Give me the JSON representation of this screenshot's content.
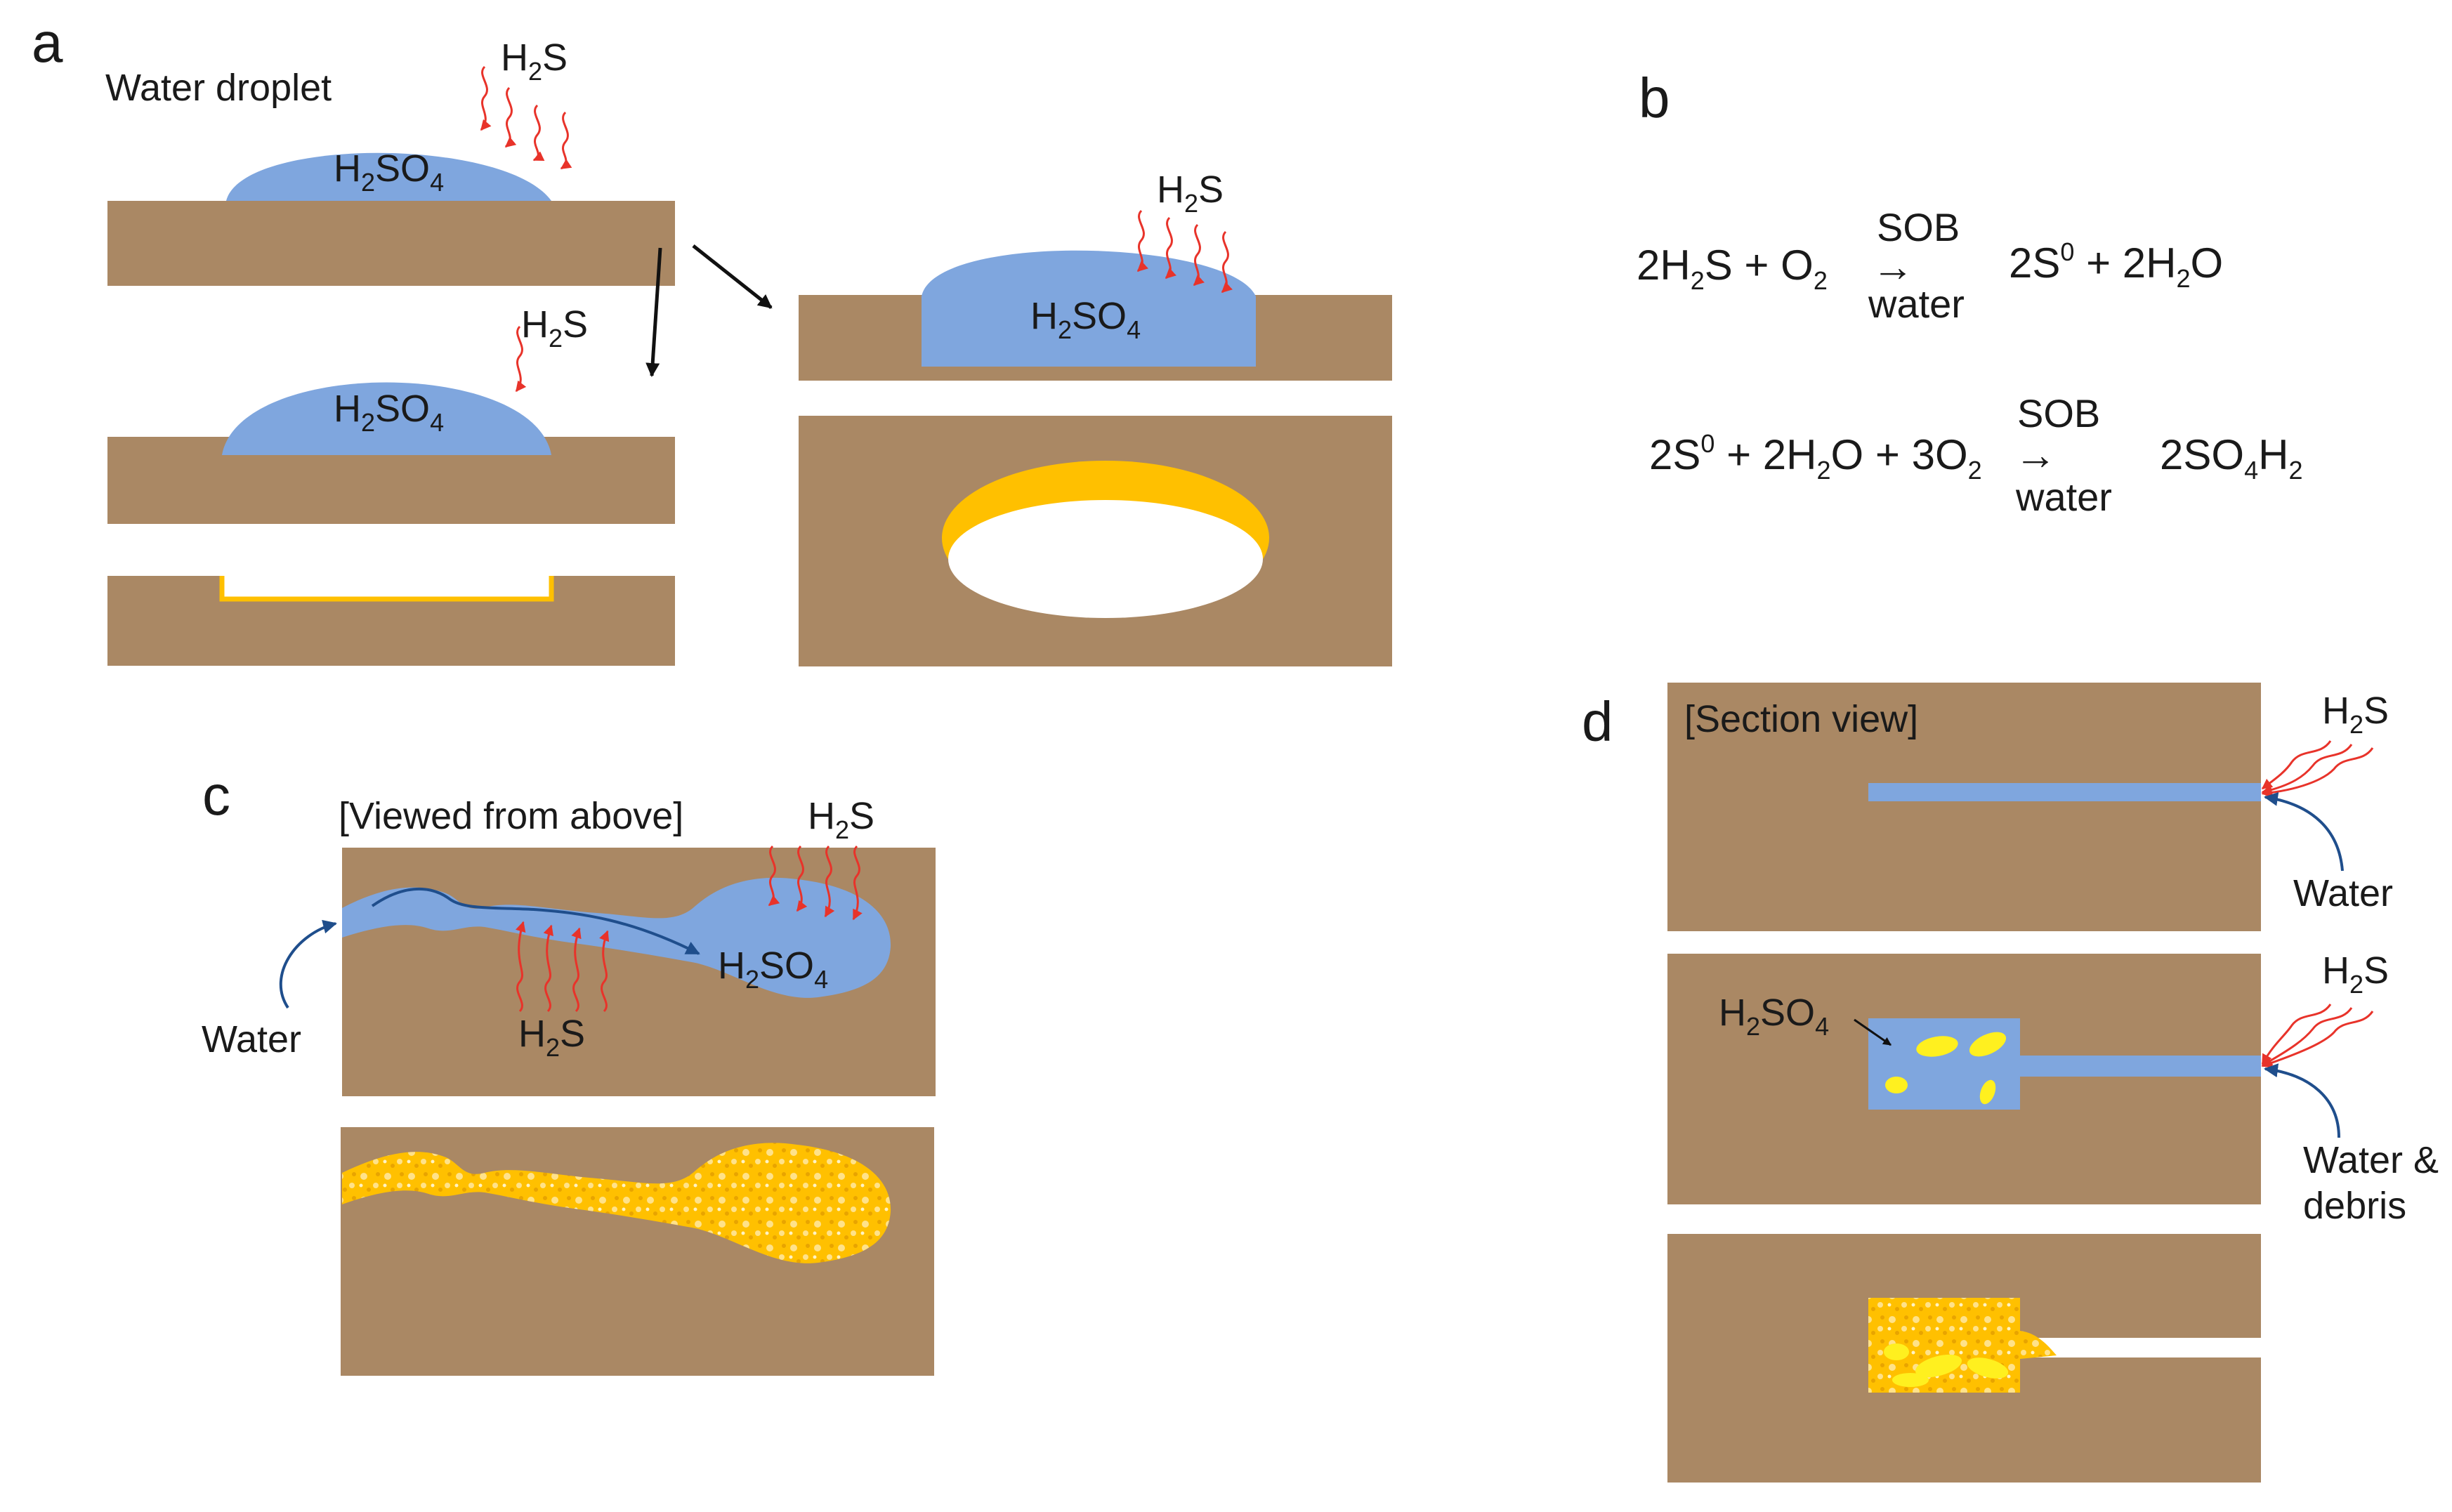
{
  "colors": {
    "substrate": "#AA8864",
    "water": "#7FA6DE",
    "corrosion": "#FFC000",
    "sulfur_crystal": "#FFF01F",
    "gas_arrow": "#E8332A",
    "water_arrow": "#1F4E8C",
    "text": "#1a1a1a"
  },
  "panels": {
    "a": {
      "letter": "a",
      "water_droplet_label": "Water droplet",
      "h2s": {
        "main": "H",
        "sub": "2",
        "rest": "S"
      },
      "h2so4": {
        "h": "H",
        "sub1": "2",
        "so": "SO",
        "sub2": "4"
      }
    },
    "b": {
      "letter": "b",
      "eq1": {
        "lhs": {
          "a": "2H",
          "s1": "2",
          "b": "S + O",
          "s2": "2"
        },
        "above_arrow": "SOB",
        "arrow": "→",
        "below_arrow": "water",
        "rhs": {
          "a": "2S",
          "sup": "0",
          "b": " + 2H",
          "s1": "2",
          "c": "O"
        }
      },
      "eq2": {
        "lhs": {
          "a": "2S",
          "sup": "0",
          "b": " + 2H",
          "s1": "2",
          "c": "O + 3O",
          "s2": "2"
        },
        "above_arrow": "SOB",
        "arrow": "→",
        "below_arrow": "water",
        "rhs": {
          "a": "2SO",
          "s1": "4",
          "b": "H",
          "s2": "2"
        }
      }
    },
    "c": {
      "letter": "c",
      "view_label": "[Viewed from above]",
      "water_label": "Water"
    },
    "d": {
      "letter": "d",
      "view_label": "[Section view]",
      "water_label": "Water",
      "water_debris_line1": "Water &",
      "water_debris_line2": "debris"
    }
  }
}
